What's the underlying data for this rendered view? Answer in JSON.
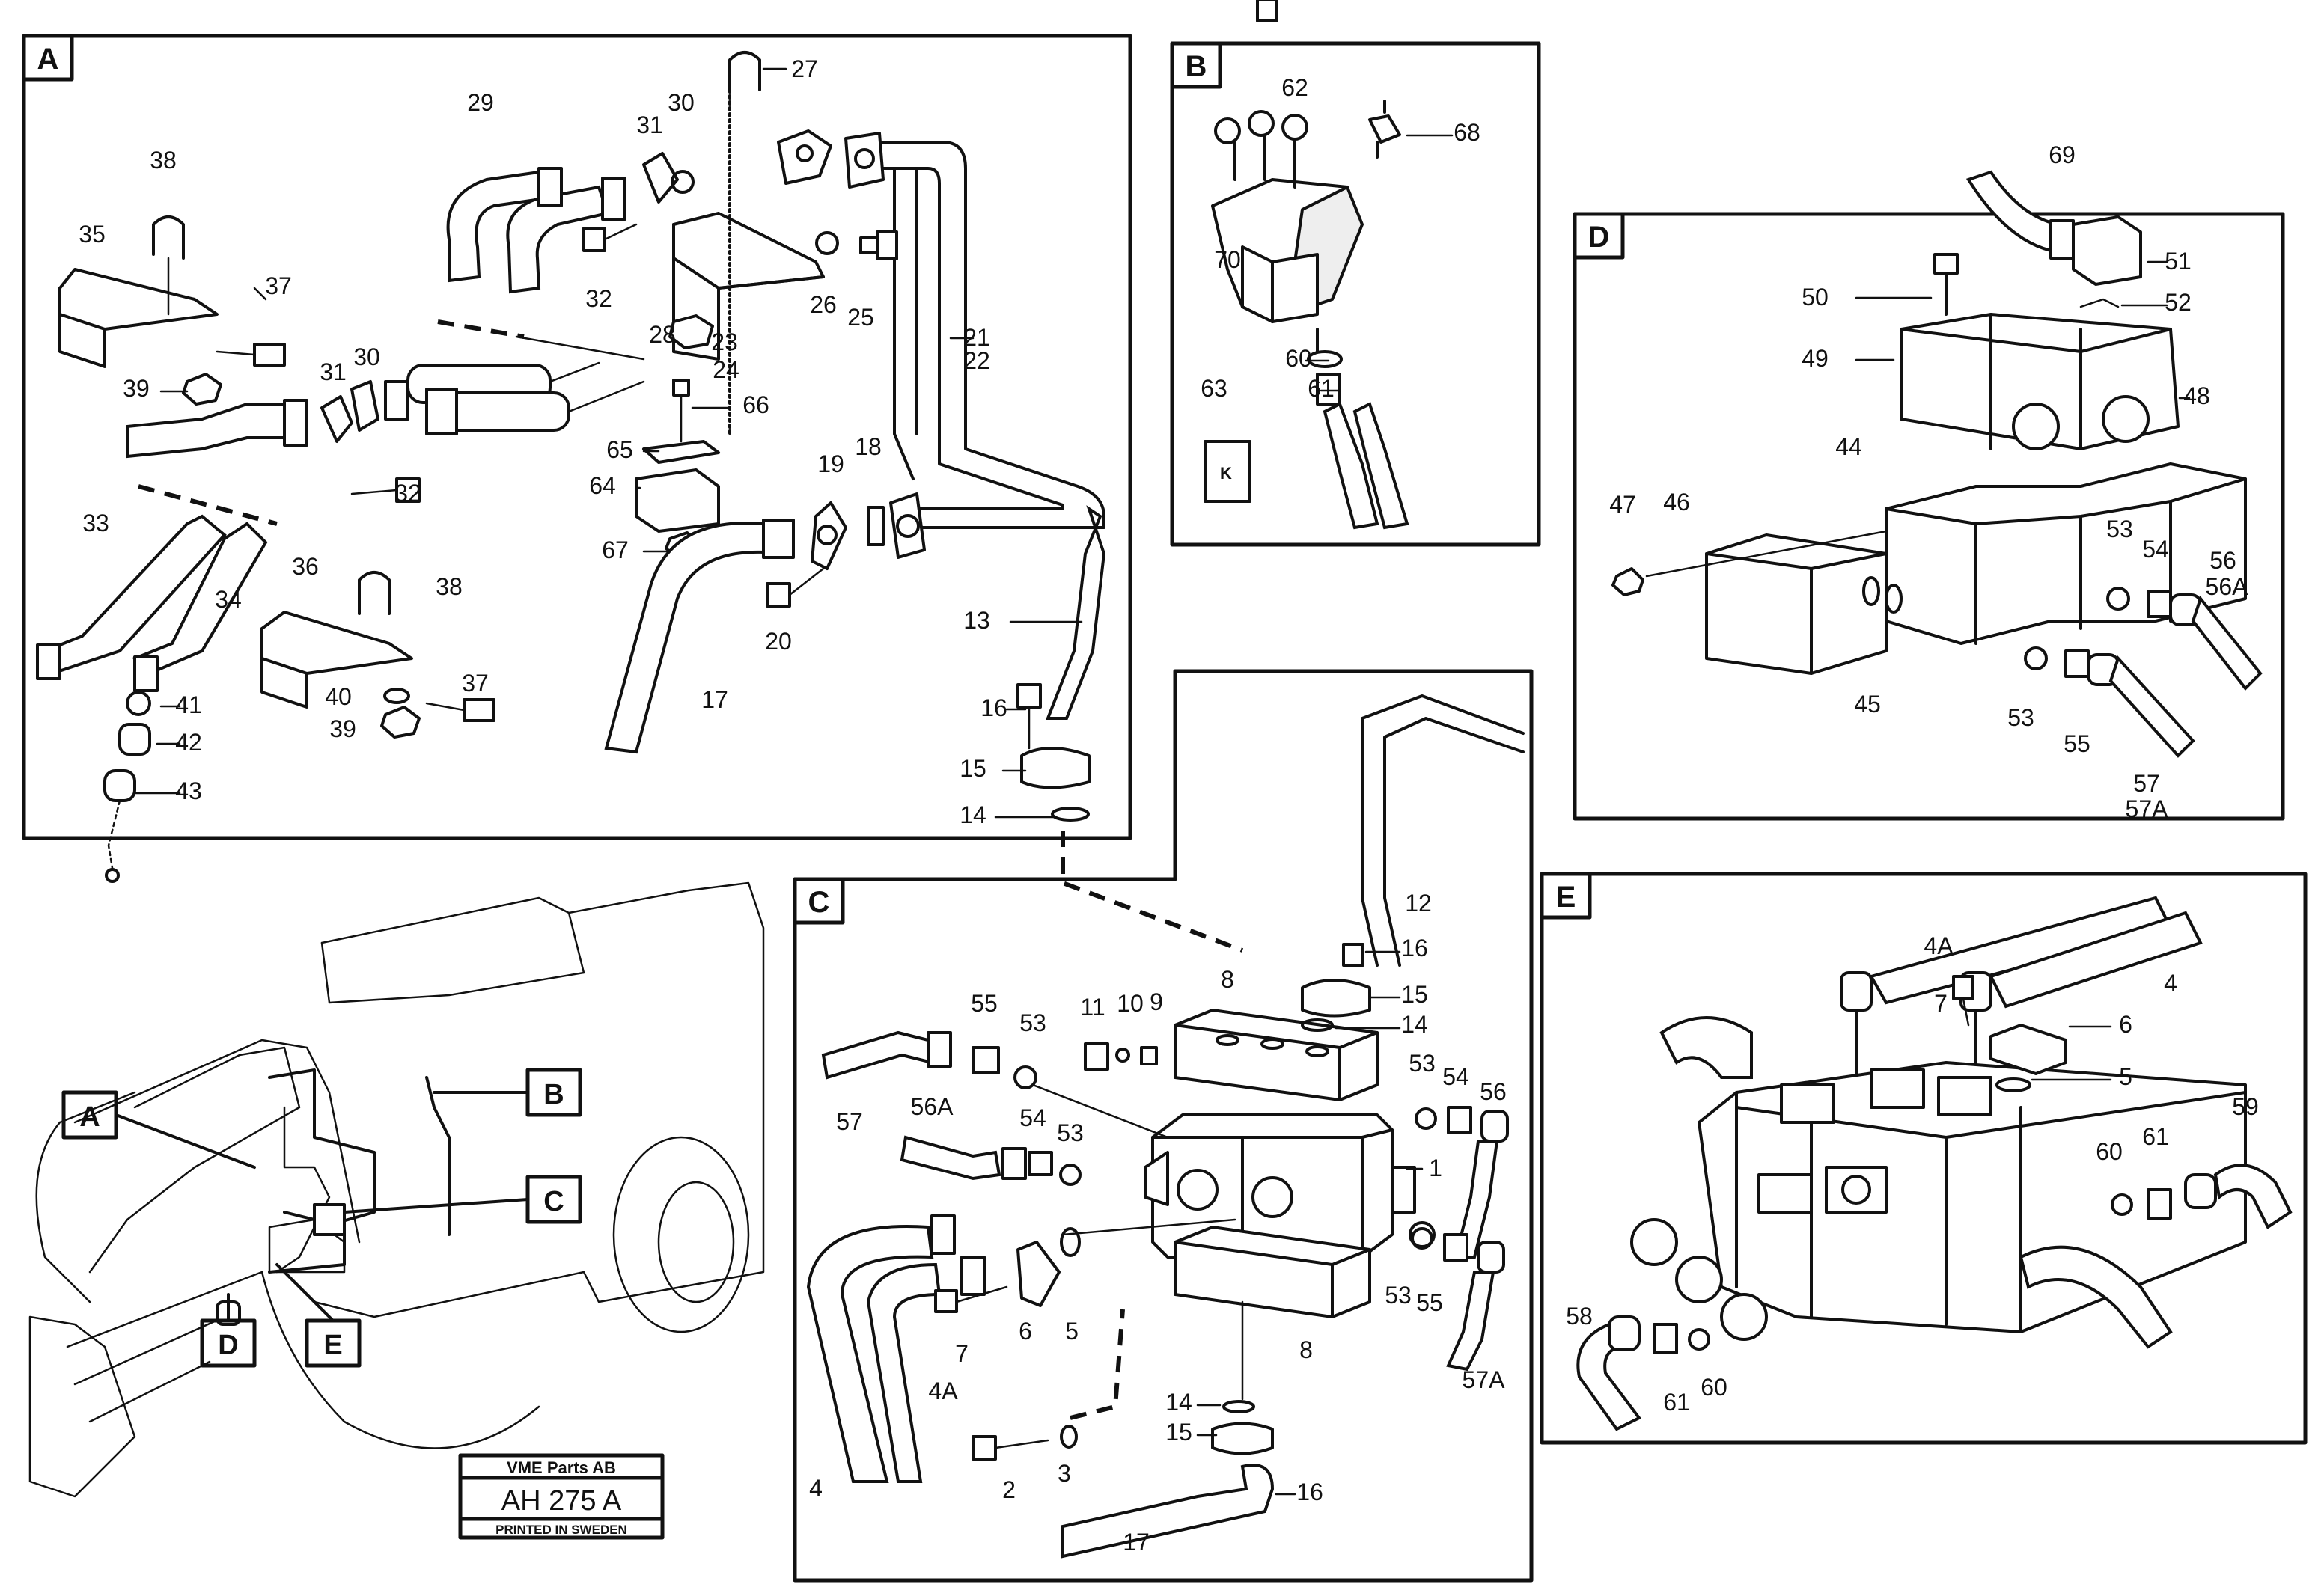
{
  "panels": {
    "A": "A",
    "B": "B",
    "C": "C",
    "D": "D",
    "E": "E"
  },
  "overview_labels": [
    "A",
    "B",
    "C",
    "D",
    "E"
  ],
  "callouts": {
    "A": [
      "27",
      "29",
      "31",
      "30",
      "38",
      "35",
      "37",
      "39",
      "31",
      "30",
      "32",
      "26",
      "25",
      "28",
      "24",
      "23",
      "21",
      "22",
      "66",
      "65",
      "64",
      "67",
      "18",
      "19",
      "20",
      "13",
      "17",
      "16",
      "15",
      "14",
      "33",
      "34",
      "36",
      "38",
      "37",
      "40",
      "39",
      "41",
      "42",
      "43",
      "32"
    ],
    "B": [
      "62",
      "68",
      "70",
      "60",
      "61",
      "63"
    ],
    "C": [
      "12",
      "16",
      "15",
      "14",
      "8",
      "11",
      "10",
      "9",
      "55",
      "53",
      "57",
      "56A",
      "54",
      "53",
      "53",
      "54",
      "56",
      "1",
      "53",
      "55",
      "57A",
      "6",
      "5",
      "7",
      "4A",
      "4",
      "2",
      "3",
      "14",
      "15",
      "8",
      "17",
      "16"
    ],
    "D": [
      "69",
      "51",
      "52",
      "50",
      "49",
      "48",
      "44",
      "47",
      "46",
      "53",
      "54",
      "56",
      "56A",
      "45",
      "53",
      "55",
      "57",
      "57A"
    ],
    "E": [
      "4A",
      "4",
      "7",
      "6",
      "5",
      "59",
      "60",
      "61",
      "58",
      "61",
      "60"
    ]
  },
  "title_block": {
    "company": "VME Parts AB",
    "code": "AH 275 A",
    "printed": "PRINTED IN SWEDEN"
  },
  "colors": {
    "ink": "#111111",
    "paper": "#ffffff"
  }
}
